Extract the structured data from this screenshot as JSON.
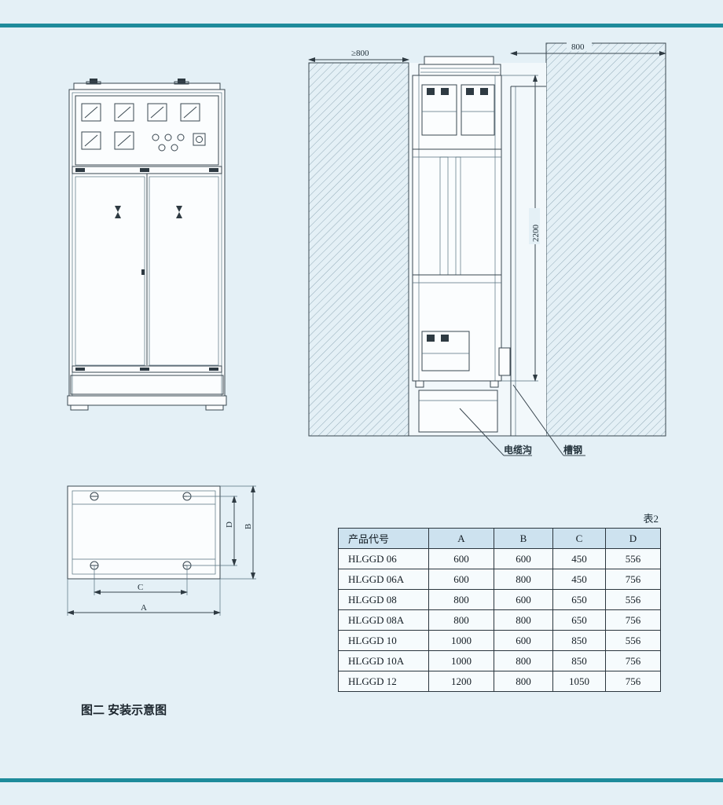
{
  "page": {
    "caption": "图二  安装示意图",
    "table_tag": "表2"
  },
  "side_view": {
    "dim_left": "≥800",
    "dim_right": "800",
    "dim_height": "2200",
    "label_cable_trench": "电缆沟",
    "label_channel_steel": "槽钢"
  },
  "top_view": {
    "dim_a": "A",
    "dim_b": "B",
    "dim_c": "C",
    "dim_d": "D"
  },
  "table": {
    "headers": [
      "产品代号",
      "A",
      "B",
      "C",
      "D"
    ],
    "rows": [
      [
        "HLGGD 06",
        "600",
        "600",
        "450",
        "556"
      ],
      [
        "HLGGD 06A",
        "600",
        "800",
        "450",
        "756"
      ],
      [
        "HLGGD 08",
        "800",
        "600",
        "650",
        "556"
      ],
      [
        "HLGGD 08A",
        "800",
        "800",
        "650",
        "756"
      ],
      [
        "HLGGD 10",
        "1000",
        "600",
        "850",
        "556"
      ],
      [
        "HLGGD 10A",
        "1000",
        "800",
        "850",
        "756"
      ],
      [
        "HLGGD 12",
        "1200",
        "800",
        "1050",
        "756"
      ]
    ]
  }
}
